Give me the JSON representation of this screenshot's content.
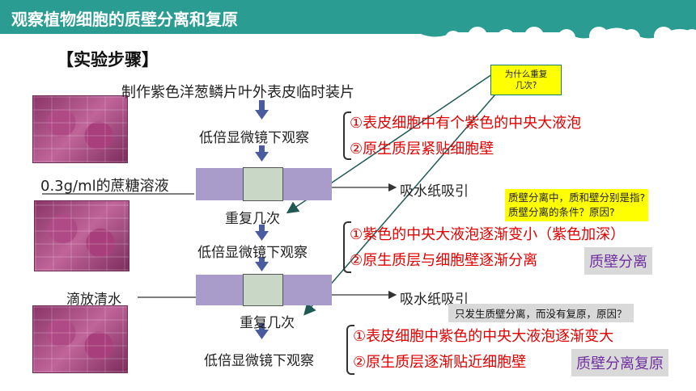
{
  "header": {
    "title": "观察植物细胞的质壁分离和复原"
  },
  "section_title": "【实验步骤】",
  "steps": {
    "prepare": "制作紫色洋葱鳞片叶外表皮临时装片",
    "observe1": "低倍显微镜下观察",
    "sucrose": "0.3g/ml的蔗糖溶液",
    "absorb1": "吸水纸吸引",
    "repeat1": "重复几次",
    "observe2": "低倍显微镜下观察",
    "water": "滴放清水",
    "absorb2": "吸水纸吸引",
    "repeat2": "重复几次",
    "observe3": "低倍显微镜下观察"
  },
  "observations": {
    "group1": [
      "①表皮细胞中有个紫色的中央大液泡",
      "②原生质层紧贴细胞壁"
    ],
    "group2": [
      "①紫色的中央大液泡逐渐变小（紫色加深）",
      "②原生质层与细胞壁逐渐分离"
    ],
    "group3": [
      "①表皮细胞中紫色的中央大液泡逐渐变大",
      "②原生质层逐渐贴近细胞壁"
    ]
  },
  "labels": {
    "plasmolysis": "质壁分离",
    "recovery": "质壁分离复原"
  },
  "questions": {
    "callout": [
      "为什么重复",
      "几次?"
    ],
    "q1": "质壁分离中，质和壁分别是指?",
    "q2": "质壁分离的条件？原因?",
    "q3": "只发生质壁分离，而没有复原，原因？"
  },
  "colors": {
    "header": "#2a9c92",
    "observation_text": "#e00000",
    "label_text": "#7030a0",
    "arrow": "#4a5ba0"
  }
}
